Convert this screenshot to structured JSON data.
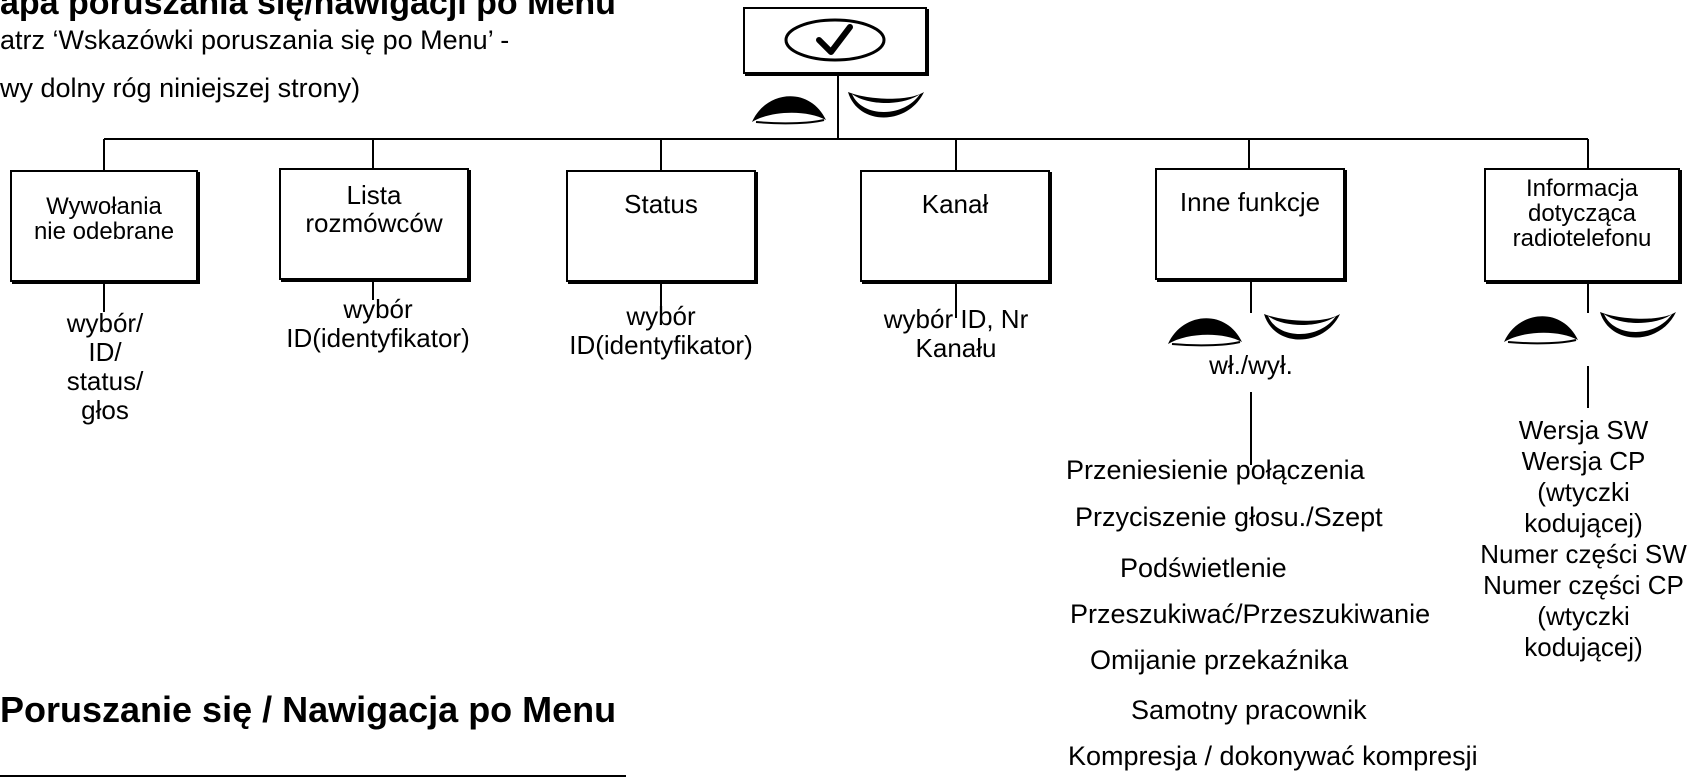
{
  "header": {
    "title": "apa poruszania się/nawigacji po Menu",
    "intro_line1": "atrz ‘Wskazówki poruszania się po Menu’ -",
    "intro_line2": "wy dolny róg niniejszej strony)"
  },
  "root": {
    "icon": "checkmark-oval-key-icon"
  },
  "categories": [
    {
      "label_lines": [
        "Wywołania",
        "nie odebrane"
      ],
      "sub_lines": [
        "wybór/",
        "ID/",
        "status/",
        "głos"
      ]
    },
    {
      "label_lines": [
        "Lista",
        "rozmówców"
      ],
      "sub_lines": [
        "wybór",
        "ID(identyfikator)"
      ]
    },
    {
      "label_lines": [
        "Status"
      ],
      "sub_lines": [
        "wybór",
        "ID(identyfikator)"
      ]
    },
    {
      "label_lines": [
        "Kanał"
      ],
      "sub_lines": [
        "wybór ID, Nr",
        "Kanału"
      ]
    },
    {
      "label_lines": [
        "Inne funkcje"
      ],
      "sub_lines": [
        "wł./wył."
      ]
    },
    {
      "label_lines": [
        "Informacja",
        "dotycząca",
        "radiotelefonu"
      ],
      "sub_lines": []
    }
  ],
  "other_functions": [
    "Przeniesienie połączenia",
    "Przyciszenie głosu./Szept",
    "Podświetlenie",
    "Przeszukiwać/Przeszukiwanie",
    "Omijanie przekaźnika",
    "Samotny pracownik",
    "Kompresja / dokonywać kompresji"
  ],
  "radio_info": [
    "Wersja SW",
    "Wersja CP",
    "(wtyczki",
    "kodującej)",
    "Numer części SW",
    "Numer części CP",
    "(wtyczki",
    "kodującej)"
  ],
  "footer": {
    "title": "Poruszanie się / Nawigacja po Menu"
  },
  "icons": {
    "scroll_left": "scroll-left-key-icon",
    "scroll_right": "scroll-right-key-icon"
  }
}
